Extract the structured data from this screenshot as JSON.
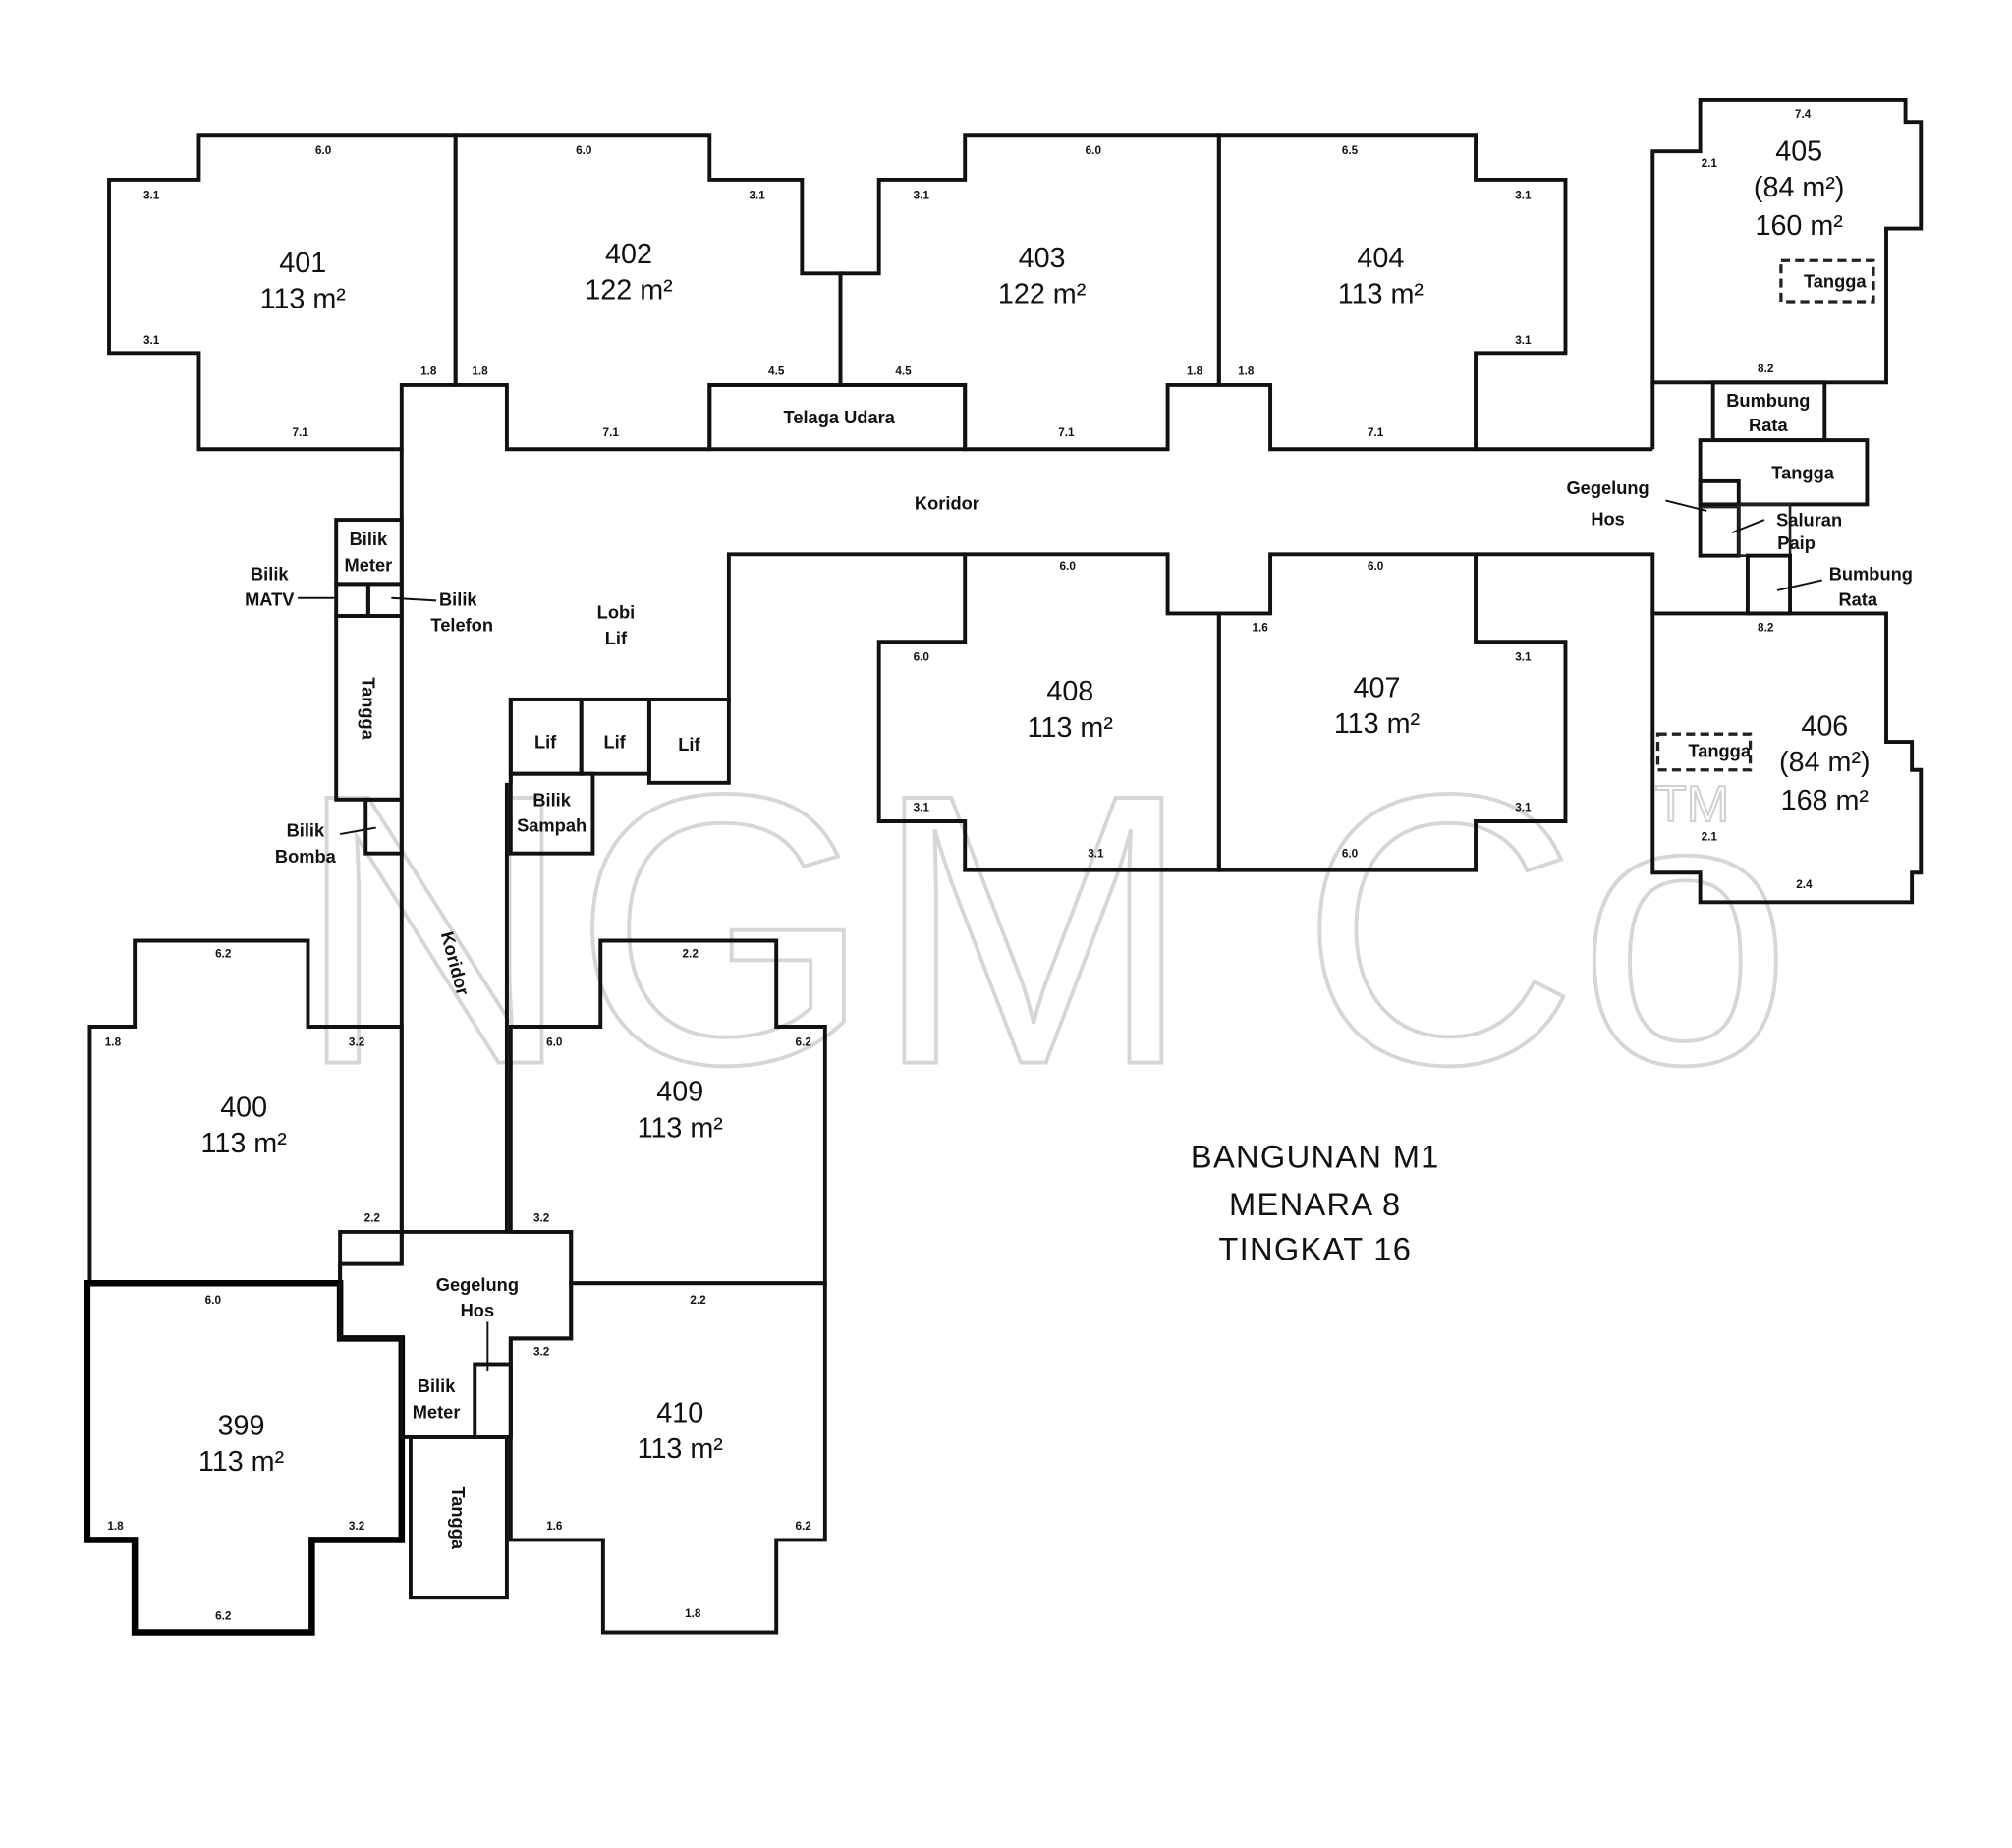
{
  "watermark": {
    "text": "NGM Co",
    "tm": "TM"
  },
  "title": {
    "line1": "BANGUNAN  M1",
    "line2": "MENARA  8",
    "line3": "TINGKAT  16"
  },
  "units": [
    {
      "id": "401",
      "area": "113 m²"
    },
    {
      "id": "402",
      "area": "122 m²"
    },
    {
      "id": "403",
      "area": "122 m²"
    },
    {
      "id": "404",
      "area": "113 m²"
    },
    {
      "id": "405",
      "sub": "(84 m²)",
      "area": "160 m²"
    },
    {
      "id": "406",
      "sub": "(84 m²)",
      "area": "168 m²"
    },
    {
      "id": "407",
      "area": "113 m²"
    },
    {
      "id": "408",
      "area": "113 m²"
    },
    {
      "id": "409",
      "area": "113 m²"
    },
    {
      "id": "410",
      "area": "113 m²"
    },
    {
      "id": "400",
      "area": "113 m²"
    },
    {
      "id": "399",
      "area": "113 m²"
    }
  ],
  "labels": {
    "koridor_top": "Koridor",
    "koridor_side": "Koridor",
    "telaga_udara": "Telaga Udara",
    "lobi": "Lobi",
    "lif_word": "Lif",
    "lif": [
      "Lif",
      "Lif",
      "Lif"
    ],
    "bilik_sampah": [
      "Bilik",
      "Sampah"
    ],
    "bilik_meter_top": [
      "Bilik",
      "Meter"
    ],
    "bilik_matv": [
      "Bilik",
      "MATV"
    ],
    "bilik_telefon": [
      "Bilik",
      "Telefon"
    ],
    "tangga_left": "Tangga",
    "bilik_bomba": [
      "Bilik",
      "Bomba"
    ],
    "gegelung_hos_bottom": [
      "Gegelung",
      "Hos"
    ],
    "bilik_meter_bottom": [
      "Bilik",
      "Meter"
    ],
    "tangga_bottom": "Tangga",
    "tangga_405": "Tangga",
    "tangga_406": "Tangga",
    "bumbung_rata_1": [
      "Bumbung",
      "Rata"
    ],
    "tangga_right": "Tangga",
    "gegelung_hos_right": [
      "Gegelung",
      "Hos"
    ],
    "saluran_paip": [
      "Saluran",
      "Paip"
    ],
    "bumbung_rata_2": [
      "Bumbung",
      "Rata"
    ]
  },
  "dims": [
    "6.0",
    "3.1",
    "3.1",
    "7.1",
    "1.8",
    "1.8",
    "6.0",
    "3.1",
    "4.5",
    "7.1",
    "1.8",
    "1.8",
    "7.1",
    "6.0",
    "3.1",
    "4.5",
    "6.5",
    "3.1",
    "3.1",
    "7.1",
    "7.4",
    "8.2",
    "8.2",
    "2.1",
    "2.1",
    "6.0",
    "6.0",
    "3.1",
    "3.1",
    "6.0",
    "3.1",
    "3.1",
    "6.0",
    "2.4",
    "6.2",
    "3.2",
    "1.8",
    "2.2",
    "6.0",
    "6.2",
    "3.2",
    "1.8",
    "2.2",
    "6.0",
    "6.2",
    "3.2",
    "2.2",
    "3.2",
    "1.6",
    "6.2",
    "1.8",
    "1.6"
  ]
}
